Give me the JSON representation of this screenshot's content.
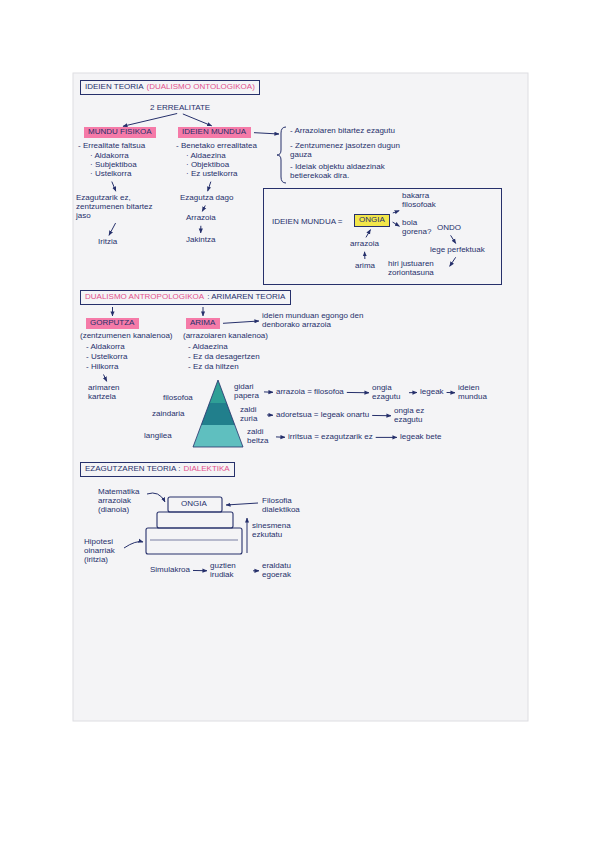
{
  "diagram": {
    "nodes": [
      {
        "text": [
          "IDEIEN TEORIA",
          "(DUALISMO ONTOLOGIKOA)"
        ]
      },
      {
        "text": [
          "MUNDU FISIKOA"
        ]
      },
      {
        "text": [
          "IDEIEN MUNDUA"
        ]
      },
      {
        "text": [
          "IDEIEN MUNDUA ="
        ]
      },
      {
        "text": [
          "ONGIA"
        ],
        "in": 3
      },
      {
        "text": [
          "DUALISMO ANTROPOLOGIKOA",
          ": ARIMAREN TEORIA"
        ]
      },
      {
        "text": [
          "GORPUTZA"
        ]
      },
      {
        "text": [
          "ARIMA"
        ]
      },
      {
        "text": [
          "EZAGUTZAREN TEORIA :",
          "DIALEKTIKA"
        ]
      }
    ],
    "edges": [
      {
        "from": 5,
        "to": 6,
        "arrow": "to"
      },
      {
        "from": 5,
        "to": 7,
        "arrow": "to"
      }
    ],
    "labels": [
      "2 ERREALITATE",
      "- Errealitate faltsua",
      "· Aldakorra",
      "· Subjektiboa",
      "· Ustelkorra",
      "Ezagutzarik ez, zentzumenen bitartez jaso",
      "Iritzia",
      "- Benetako errealitatea",
      "· Aldaezina",
      "· Objektiboa",
      "· Ez ustelkorra",
      "Ezagutza dago",
      "Arrazoia",
      "Jakintza",
      "- Arrazoiaren bitartez ezagutu",
      "- Zentzumenez jasotzen dugun gauza",
      "- Ideiak objektu aldaezinak betierekoak dira.",
      "bakarra filosofoak",
      "bola gorena?",
      "ONDO",
      "lege perfektuak",
      "hiri justuaren zoriontasuna",
      "arrazoia",
      "arima",
      "ideien munduan egongo den denborako arrazoia",
      "(zentzumenen kanalenoa)",
      "- Aldakorra",
      "- Ustelkorra",
      "- Hilkorra",
      "arimaren kartzela",
      "(arrazoiaren kanalenoa)",
      "- Aldaezina",
      "- Ez da desagertzen",
      "- Ez da hiltzen",
      "filosofoa",
      "zaindaria",
      "langilea",
      "gidari papera",
      "zaldi zuria",
      "zaldi beltza",
      "arrazoia = filosofoa",
      "ongia ezagutu",
      "legeak",
      "ideien mundua",
      "adoretsua = legeak onartu",
      "ongia ez ezagutu",
      "irritsua = ezagutzarik ez",
      "legeak bete",
      "ONGIA",
      "Matematika arrazoiak (dianoia)",
      "Filosofia dialektikoa",
      "Hipotesi oinarriak (iritzia)",
      "sinesmena ezkutatu",
      "Simulakroa",
      "guztien irudiak",
      "eraldatu egoerak"
    ]
  }
}
